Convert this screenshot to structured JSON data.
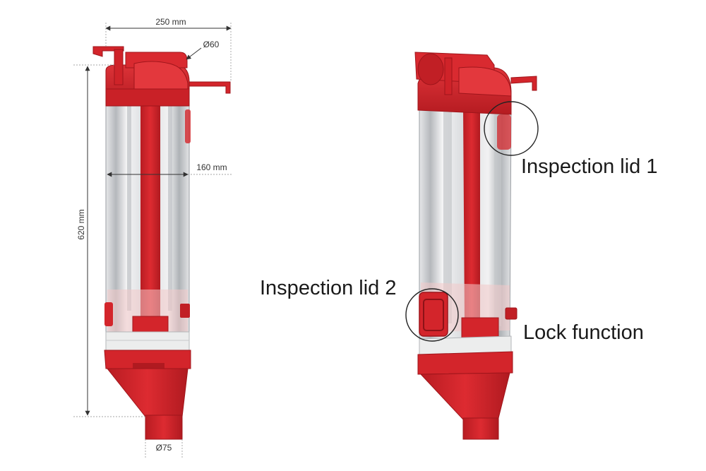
{
  "dimensions": {
    "width": "250 mm",
    "pipe_top": "Ø60",
    "inner_width": "160 mm",
    "height": "620 mm",
    "outlet": "Ø75"
  },
  "callouts": {
    "lid1": "Inspection lid 1",
    "lid2": "Inspection lid 2",
    "lock": "Lock function"
  },
  "colors": {
    "red": "#d3252b",
    "dark_red": "#a3161c",
    "glass": "#d4d6d9",
    "glass_dark": "#9a9ea3",
    "line": "#333333"
  }
}
